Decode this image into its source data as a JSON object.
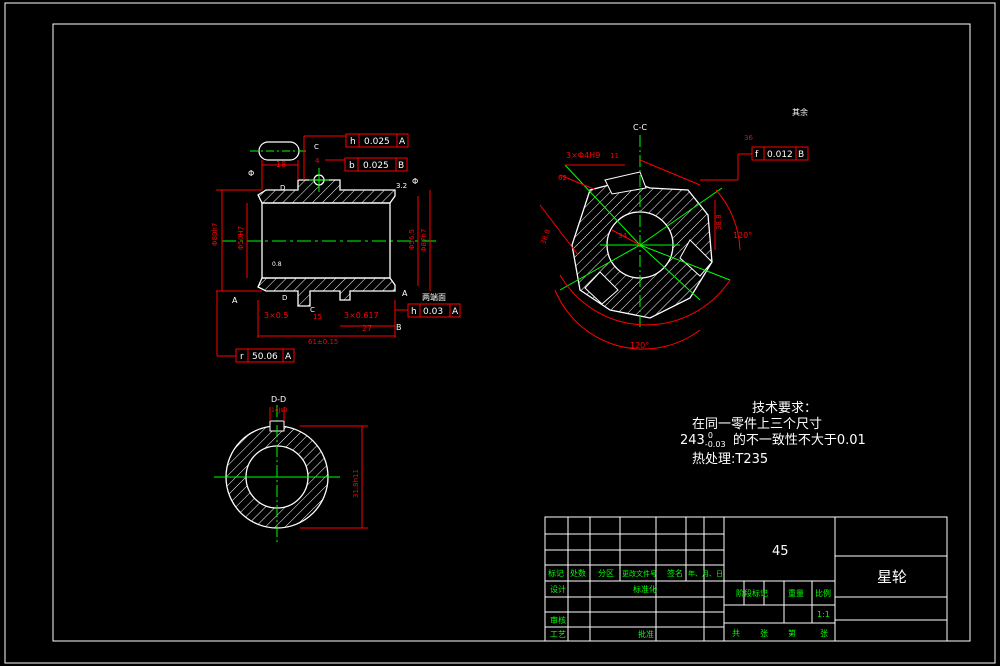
{
  "drawing": {
    "colors": {
      "outline": "#ffffff",
      "dimension": "#ff0000",
      "centerline": "#00ff00",
      "text": "#ffffff",
      "background": "#000000"
    },
    "section_labels": {
      "cc": "C-C",
      "dd": "D-D"
    },
    "roughness_note": "其余",
    "tolerance_frames": {
      "top1": {
        "symbol": "h",
        "value": "0.025",
        "datum": "A"
      },
      "top2": {
        "symbol": "b",
        "value": "0.025",
        "datum": "B"
      },
      "right": {
        "symbol": "h",
        "value": "0.03",
        "datum": "A"
      },
      "bottom": {
        "symbol": "r",
        "value": "50.06",
        "datum": "A"
      },
      "cc": {
        "symbol": "f",
        "value": "0.012",
        "datum": "B"
      }
    },
    "dims": {
      "key_width": "18",
      "key_small": "4",
      "chamfer_left": "3×0.5",
      "chamfer_mid": "3×0.617",
      "len_27": "27",
      "len_total": "61±0.15",
      "side_small": "15",
      "cc_slots": "3×Φ4H9",
      "cc_r1": "11",
      "cc_r2": "62",
      "cc_r3": "34",
      "cc_r4": "38.8",
      "cc_angle": "120°",
      "cc_angle_bottom": "120°",
      "cc_right_dim": "36",
      "dd_dim": "31.8h11",
      "section_note": "两端面"
    },
    "tech_req": {
      "title": "技术要求：",
      "line1": "在同一零件上三个尺寸",
      "line2_base": "243",
      "line2_sup": "0",
      "line2_sub": "-0.03",
      "line2_rest": "的不一致性不大于0.01",
      "line3": "热处理:T235"
    },
    "title_block": {
      "material": "45",
      "part_name": "星轮",
      "headers": [
        "标记",
        "处数",
        "分区",
        "更改文件号",
        "签名",
        "年、月、日"
      ],
      "row_design": "设计",
      "row_standard": "标准化",
      "row_review": "审核",
      "row_process": "工艺",
      "row_approve": "批准",
      "stage_mark": "阶段标记",
      "weight": "重量",
      "scale_label": "比例",
      "scale_value": "1:1",
      "sheets": [
        "共",
        "张",
        "第",
        "张"
      ]
    }
  }
}
